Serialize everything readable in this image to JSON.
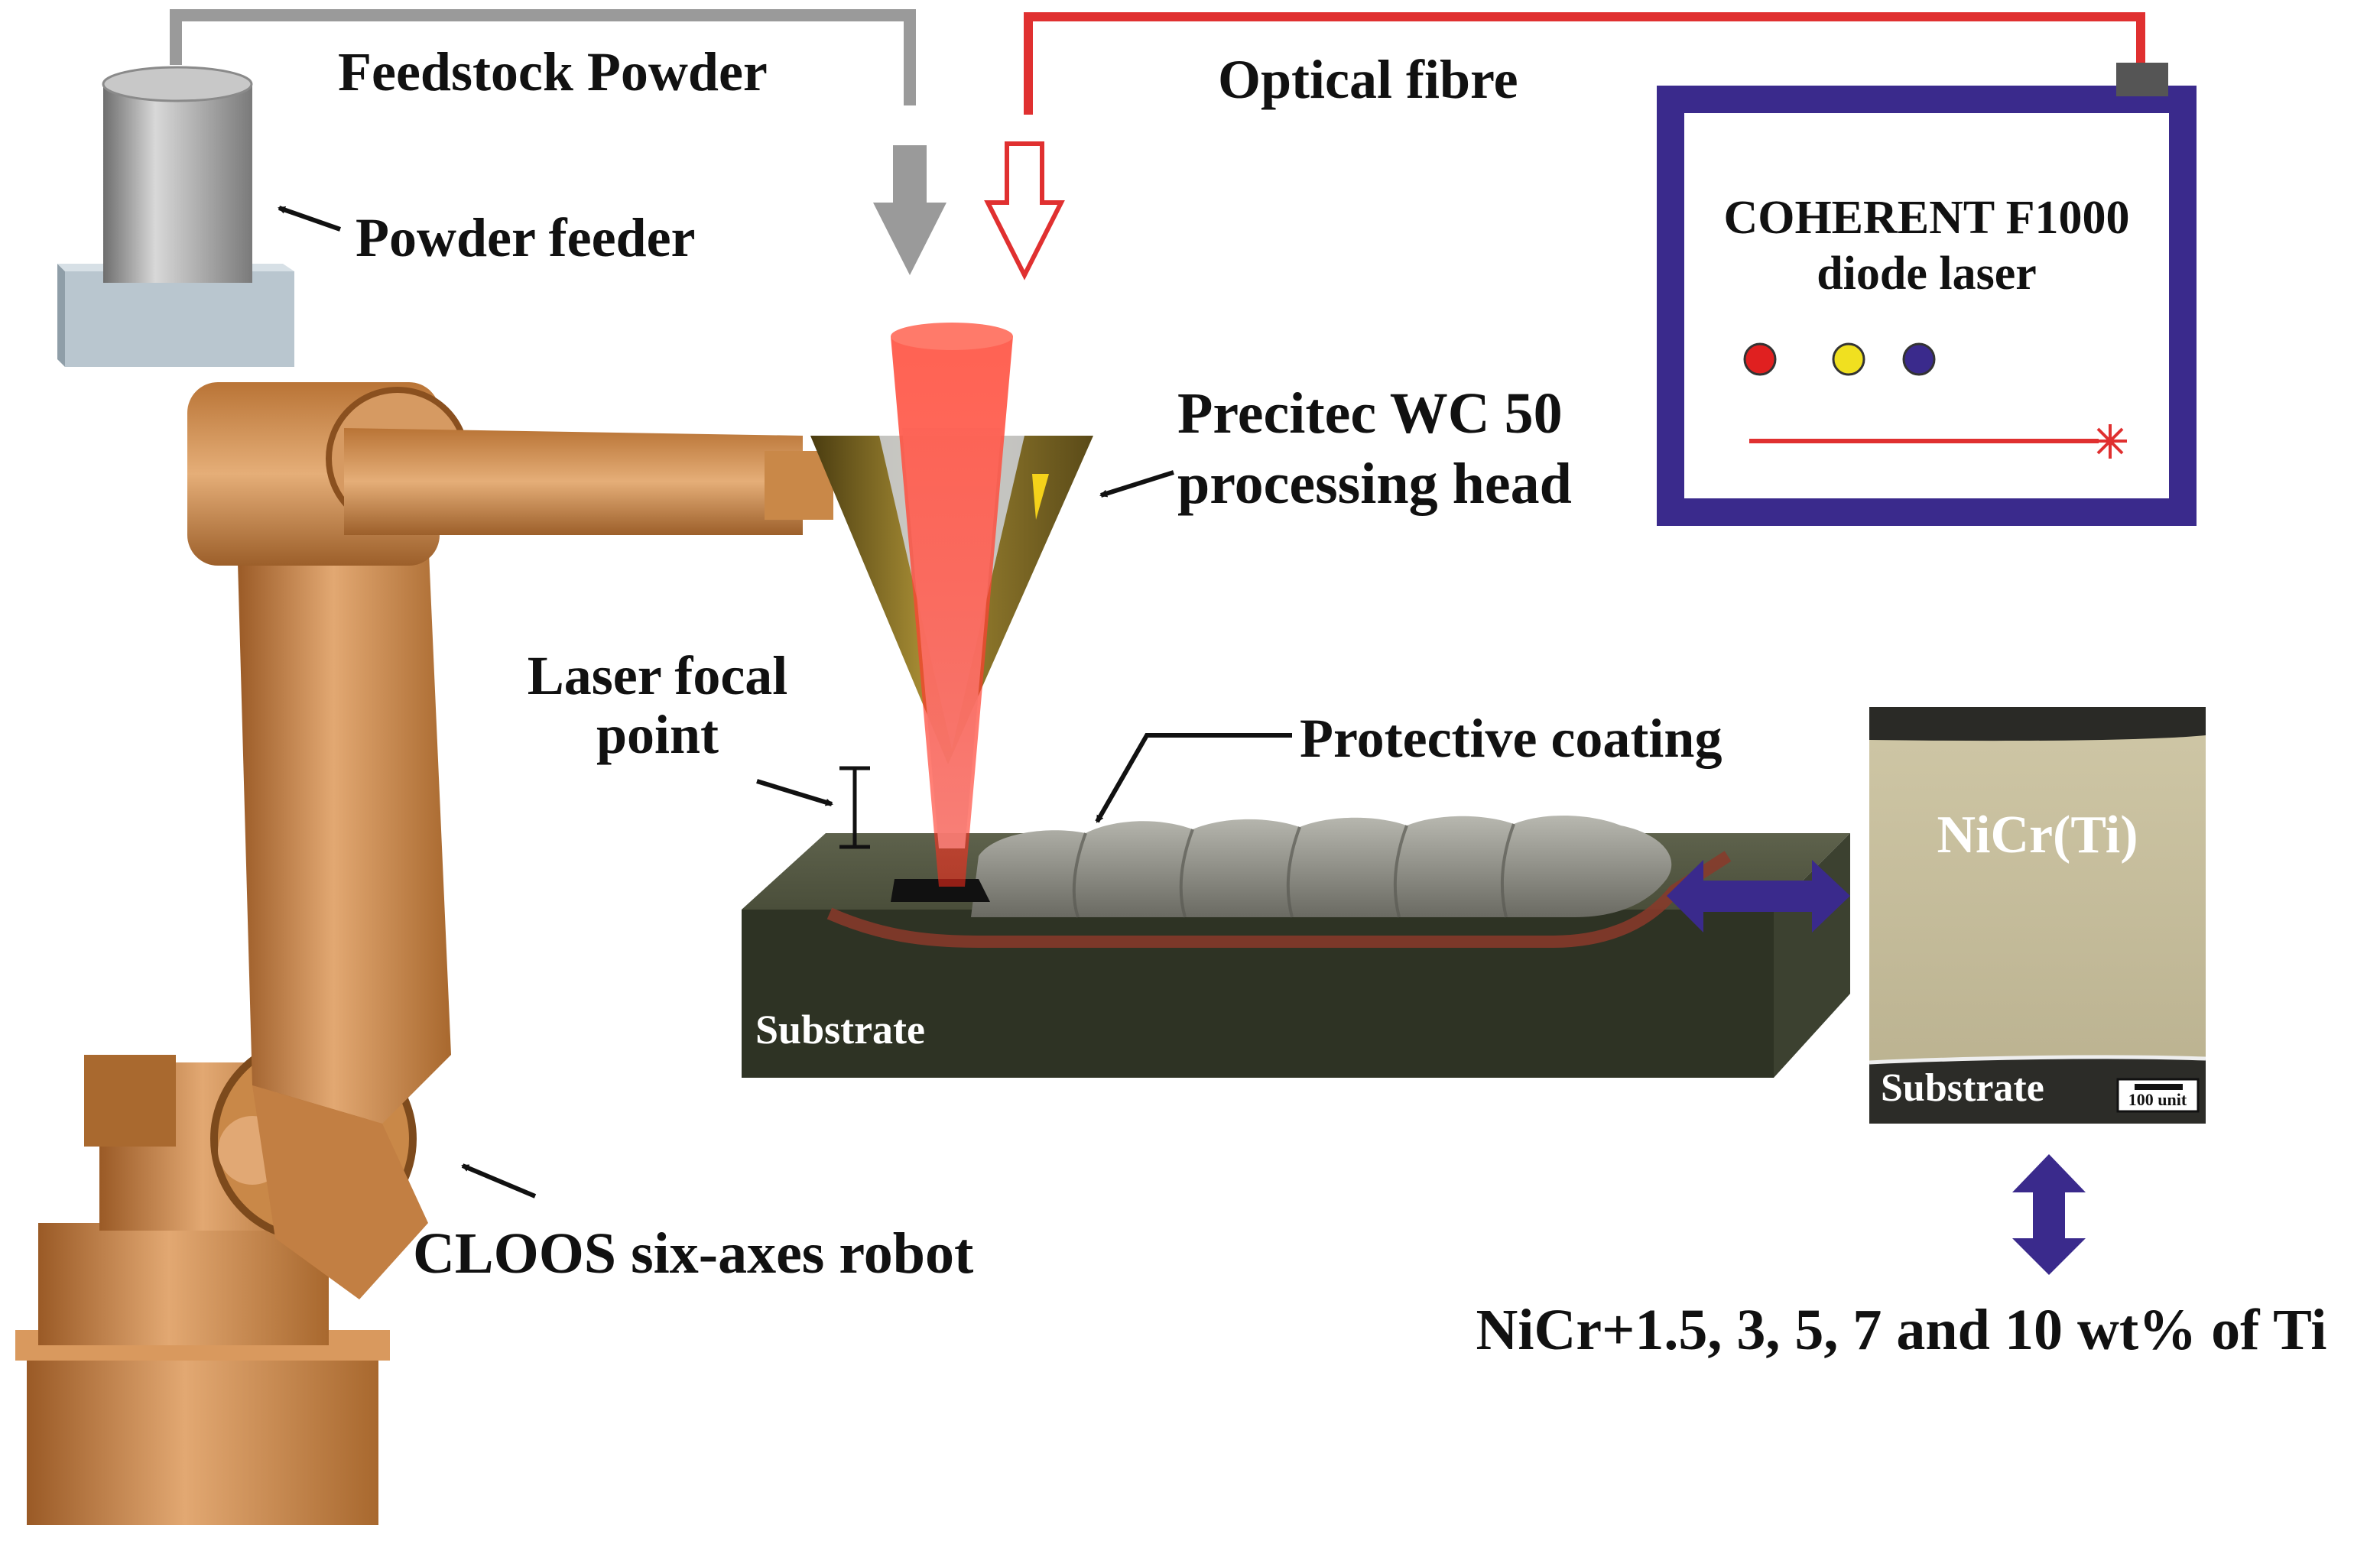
{
  "labels": {
    "feedstock_powder": "Feedstock Powder",
    "optical_fibre": "Optical fibre",
    "powder_feeder": "Powder feeder",
    "laser_line1": "COHERENT F1000",
    "laser_line2": "diode laser",
    "head_line1": "Precitec WC 50",
    "head_line2": "processing head",
    "focal_line1": "Laser focal",
    "focal_line2": "point",
    "protective_coating": "Protective coating",
    "substrate_block": "Substrate",
    "micro_coating": "NiCr(Ti)",
    "micro_substrate": "Substrate",
    "scale_bar": "100 unit",
    "robot": "CLOOS six-axes robot",
    "composition": "NiCr+1.5, 3, 5, 7 and 10 wt% of Ti"
  },
  "icons": {
    "powder_arrow": "down-arrow-icon",
    "laser_arrow": "down-arrow-outline-icon",
    "status_dots": [
      "red-dot-icon",
      "yellow-dot-icon",
      "blue-dot-icon"
    ],
    "beam": "laser-beam-icon"
  },
  "colors": {
    "powder_line": "#9a9a9a",
    "fibre_line": "#e03030",
    "laser_frame": "#3a2a8c",
    "dot_red": "#e02020",
    "dot_yellow": "#f0e020",
    "dot_blue": "#3a2a8c",
    "double_arrow": "#3a2a8c",
    "robot": "#c8864a",
    "head": "#8a7428",
    "substrate": "#2e3324"
  }
}
